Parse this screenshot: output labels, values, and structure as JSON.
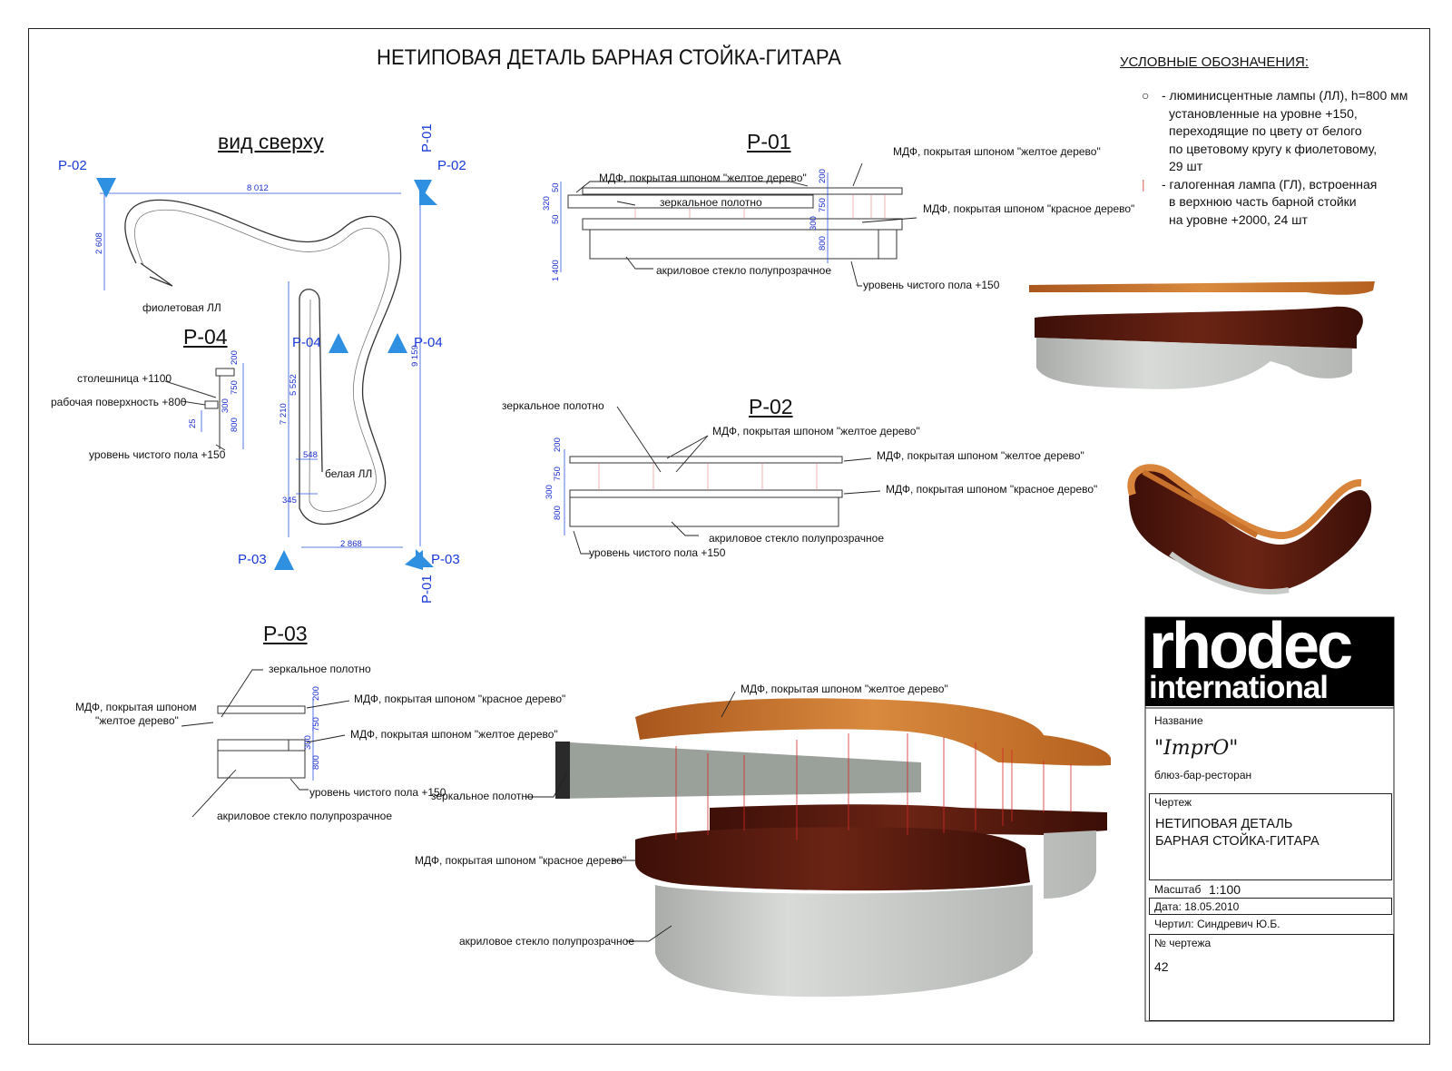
{
  "title": "НЕТИПОВАЯ ДЕТАЛЬ БАРНАЯ СТОЙКА-ГИТАРА",
  "legend": {
    "heading": "УСЛОВНЫЕ ОБОЗНАЧЕНИЯ:",
    "items": [
      {
        "symbol": "○",
        "lines": [
          "- люминисцентные лампы (ЛЛ), h=800 мм",
          "установленные на уровне +150,",
          "переходящие по цвету от белого",
          "по цветовому кругу к фиолетовому,",
          "29 шт"
        ]
      },
      {
        "symbol": "|",
        "lines": [
          "- галогенная лампа (ГЛ), встроенная",
          "в верхнюю часть барной стойки",
          "на уровне +2000, 24 шт"
        ]
      }
    ]
  },
  "plan": {
    "heading": "вид сверху",
    "markers": [
      "P-02",
      "P-01",
      "P-02",
      "P-04",
      "P-04",
      "P-03",
      "P-03",
      "P-01"
    ],
    "dims": [
      "8 012",
      "2 608",
      "9 159",
      "7 210",
      "5 552",
      "548",
      "345",
      "2 868"
    ],
    "labels": [
      "фиолетовая ЛЛ",
      "белая ЛЛ"
    ]
  },
  "p01": {
    "heading": "P-01",
    "labels": [
      "МДФ, покрытая шпоном \"желтое дерево\"",
      "МДФ, покрытая шпоном \"желтое дерево\"",
      "зеркальное полотно",
      "МДФ, покрытая шпоном \"красное дерево\"",
      "акриловое стекло полупрозрачное",
      "уровень чистого пола +150"
    ],
    "dims": [
      "320",
      "50",
      "50",
      "1 400",
      "200",
      "750",
      "300",
      "800"
    ]
  },
  "p02": {
    "heading": "P-02",
    "labels": [
      "зеркальное полотно",
      "МДФ, покрытая шпоном \"желтое дерево\"",
      "МДФ, покрытая шпоном \"желтое дерево\"",
      "МДФ, покрытая шпоном \"красное дерево\"",
      "акриловое стекло полупрозрачное",
      "уровень чистого пола +150"
    ],
    "dims": [
      "200",
      "750",
      "300",
      "800"
    ]
  },
  "p03": {
    "heading": "P-03",
    "labels": [
      "зеркальное полотно",
      "МДФ, покрытая шпоном",
      "\"желтое дерево\"",
      "МДФ, покрытая шпоном \"красное дерево\"",
      "МДФ, покрытая шпоном \"желтое дерево\"",
      "уровень чистого пола +150",
      "акриловое стекло полупрозрачное"
    ],
    "dims": [
      "200",
      "750",
      "300",
      "800"
    ]
  },
  "p04": {
    "heading": "P-04",
    "labels": [
      "столешница +1100",
      "рабочая поверхность +800",
      "уровень чистого пола +150"
    ],
    "dims": [
      "200",
      "750",
      "300",
      "800",
      "25"
    ]
  },
  "exploded": {
    "labels": [
      "МДФ, покрытая шпоном \"желтое дерево\"",
      "зеркальное полотно",
      "МДФ, покрытая шпоном \"красное дерево\"",
      "акриловое стекло полупрозрачное"
    ]
  },
  "titleblock": {
    "logo_top": "rhodec",
    "logo_bottom": "international",
    "name_label": "Название",
    "project_name": "\"ImprO\"",
    "project_sub": "блюз-бар-ресторан",
    "drawing_label": "Чертеж",
    "drawing_line1": "НЕТИПОВАЯ ДЕТАЛЬ",
    "drawing_line2": "БАРНАЯ СТОЙКА-ГИТАРА",
    "scale_label": "Масштаб",
    "scale_value": "1:100",
    "date": "Дата: 18.05.2010",
    "drawn_by": "Чертил:  Синдревич Ю.Б.",
    "number_label": "№ чертежа",
    "number_value": "42"
  },
  "colors": {
    "marker": "#2f8fe0",
    "dim": "#1a2fd0",
    "wood_yellow": "#c8712a",
    "wood_red": "#5a1a10",
    "acrylic": "#c9ccc9",
    "lamp": "#d6282a"
  }
}
